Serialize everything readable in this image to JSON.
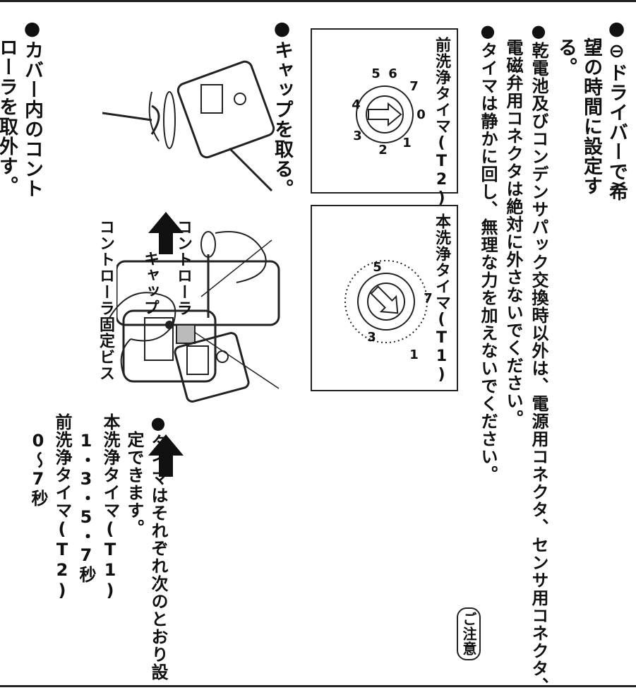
{
  "steps": [
    {
      "lines": [
        "●カバー内のコント",
        "　ローラを取外す。"
      ]
    },
    {
      "lines": [
        "●キャップを取る。"
      ]
    },
    {
      "lines": [
        "●⊖ドライバーで希",
        "　望の時間に設定す",
        "　る。"
      ]
    }
  ],
  "figure_labels": {
    "screw": "コントローラ固定ビス",
    "controller": "コントローラ",
    "cap": "キャップ"
  },
  "timer_info": {
    "lines": [
      "●タイマはそれぞれ次のとおり設",
      "　定できます。",
      "本洗浄タイマ(T1)",
      "　1・3・5・7秒",
      "前洗浄タイマ(T2)",
      "　0〜7秒"
    ]
  },
  "dials": [
    {
      "title": "本洗浄タイマ(T1)",
      "marks": [
        "1",
        "3",
        "5",
        "7"
      ]
    },
    {
      "title": "前洗浄タイマ(T2)",
      "marks": [
        "0",
        "1",
        "2",
        "3",
        "4",
        "5",
        "6",
        "7"
      ]
    }
  ],
  "caution": {
    "badge": "ご注意",
    "lines": [
      "●乾電池及びコンデンサパック交換時以外は、電源用コネクタ、センサ用コネクタ、",
      "　電磁弁用コネクタは絶対に外さないでください。",
      "●タイマは静かに回し、無理な力を加えないでください。"
    ]
  }
}
